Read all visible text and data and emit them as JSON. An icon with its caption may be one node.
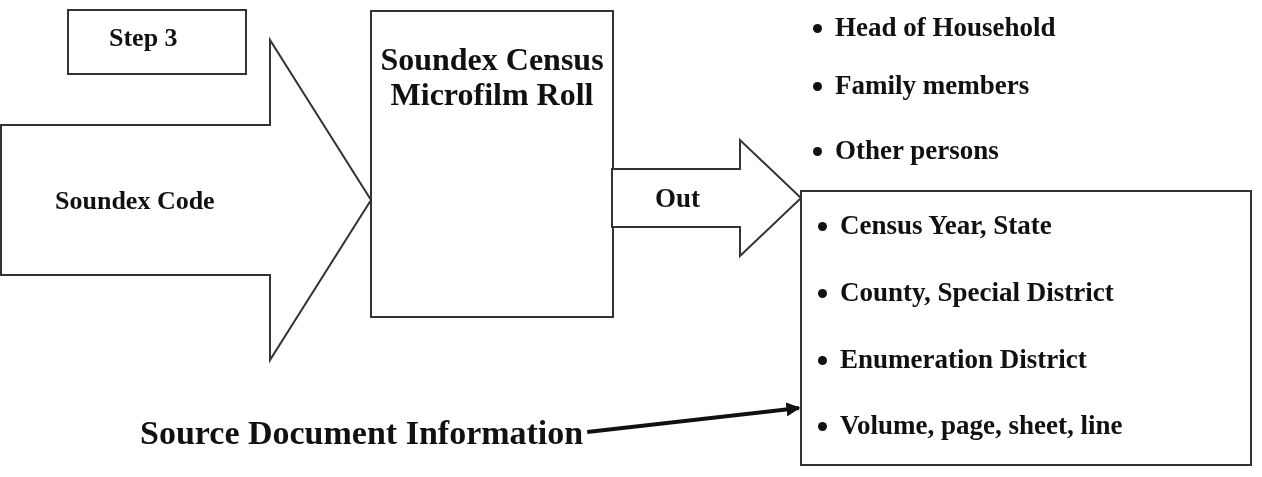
{
  "diagram": {
    "nodes": [
      {
        "text": [
          "Step 3"
        ]
      },
      {
        "text": [
          "Soundex Census Microfilm Roll"
        ]
      },
      {
        "text": [
          "Census Year, State",
          "County, Special District",
          "Enumeration District",
          "Volume, page, sheet, line"
        ]
      },
      {
        "text": [
          "Source Document Information"
        ]
      }
    ],
    "edges": [
      {
        "from": null,
        "to": 1,
        "arrow": "to",
        "label": "Soundex Code"
      },
      {
        "from": 1,
        "to": 2,
        "arrow": "to",
        "label": "Out"
      },
      {
        "from": 3,
        "to": 2,
        "arrow": "to"
      }
    ],
    "labels": [
      "Head of Household",
      "Family members",
      "Other persons"
    ]
  }
}
